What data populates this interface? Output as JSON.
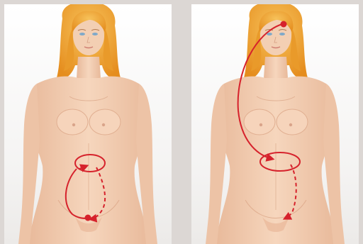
{
  "colors": {
    "background": "#dcd7d4",
    "panel": "#ffffff",
    "skin": "#f2cdb0",
    "skin_shadow": "#dca98a",
    "hair": "#f0a83a",
    "arrow": "#d6222c"
  },
  "panels": [
    {
      "id": "left",
      "arrow_path": "lower-abdomen-loop"
    },
    {
      "id": "right",
      "arrow_path": "head-to-lower-abdomen"
    }
  ]
}
